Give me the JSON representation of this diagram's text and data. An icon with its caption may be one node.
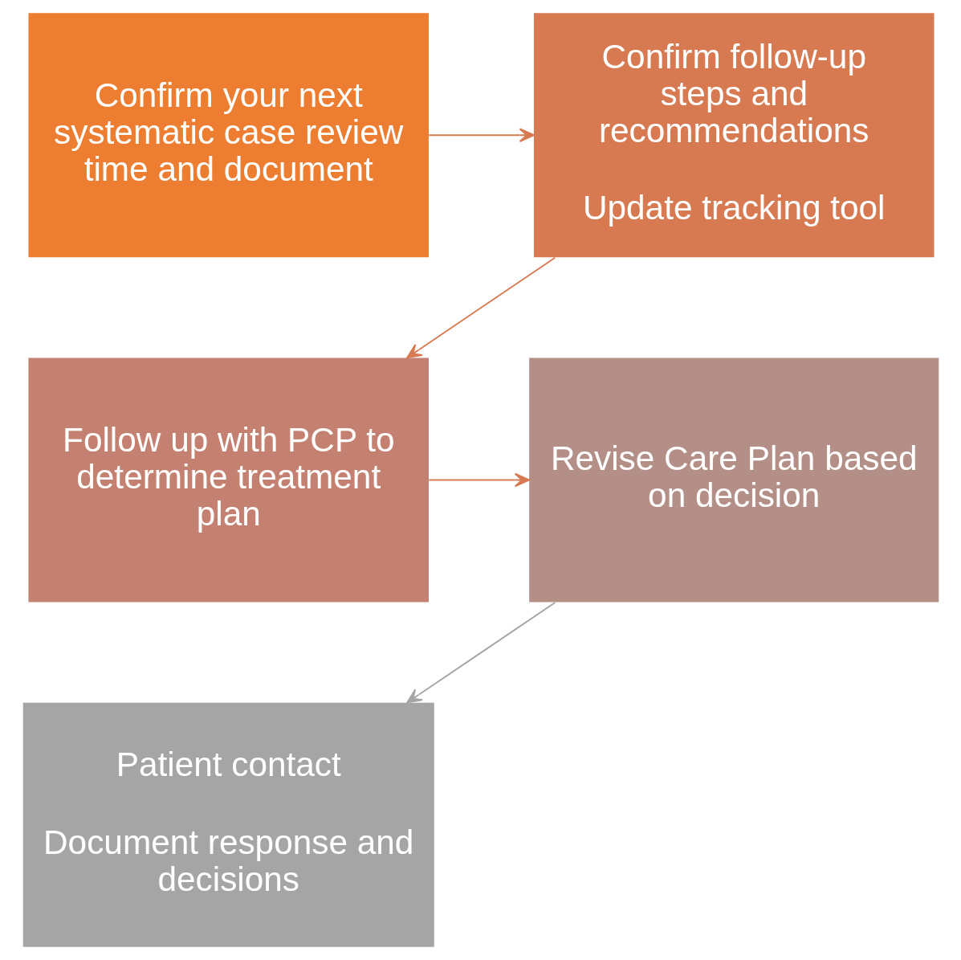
{
  "diagram": {
    "nodes": [
      {
        "text": [
          "Confirm your next systematic case review time and document"
        ]
      },
      {
        "text": [
          "Confirm follow-up steps and recommendations",
          "Update tracking tool"
        ]
      },
      {
        "text": [
          "Follow up with PCP to determine treatment plan"
        ]
      },
      {
        "text": [
          "Revise Care Plan based on decision"
        ]
      },
      {
        "text": [
          "Patient contact",
          "Document response and decisions"
        ]
      }
    ],
    "edges": [
      {
        "from": 0,
        "to": 1,
        "arrow": "to"
      },
      {
        "from": 1,
        "to": 2,
        "arrow": "to"
      },
      {
        "from": 2,
        "to": 3,
        "arrow": "to"
      },
      {
        "from": 3,
        "to": 4,
        "arrow": "to",
        "color": "#a5a5a5"
      }
    ]
  }
}
